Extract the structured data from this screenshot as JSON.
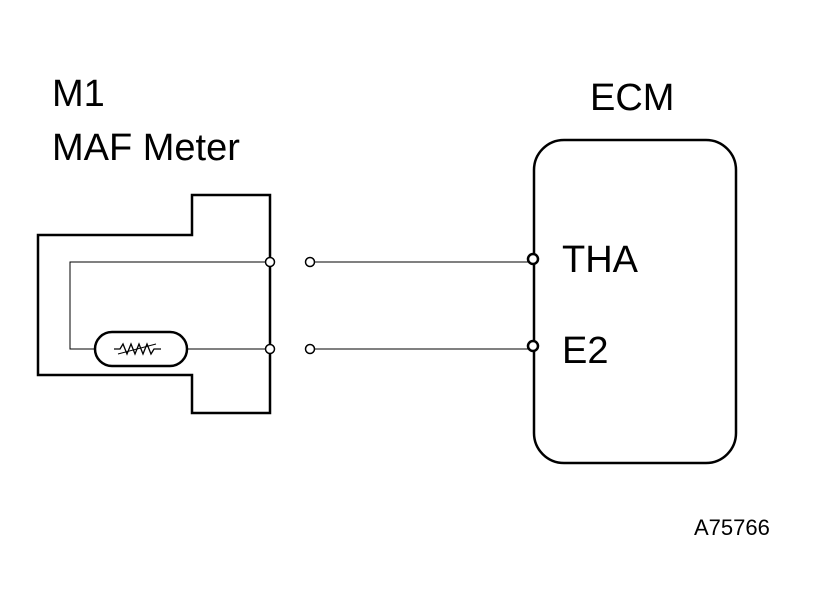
{
  "sensor": {
    "connector_id": "M1",
    "name": "MAF Meter"
  },
  "ecm": {
    "name": "ECM",
    "terminals": [
      "THA",
      "E2"
    ]
  },
  "figure_id": "A75766"
}
